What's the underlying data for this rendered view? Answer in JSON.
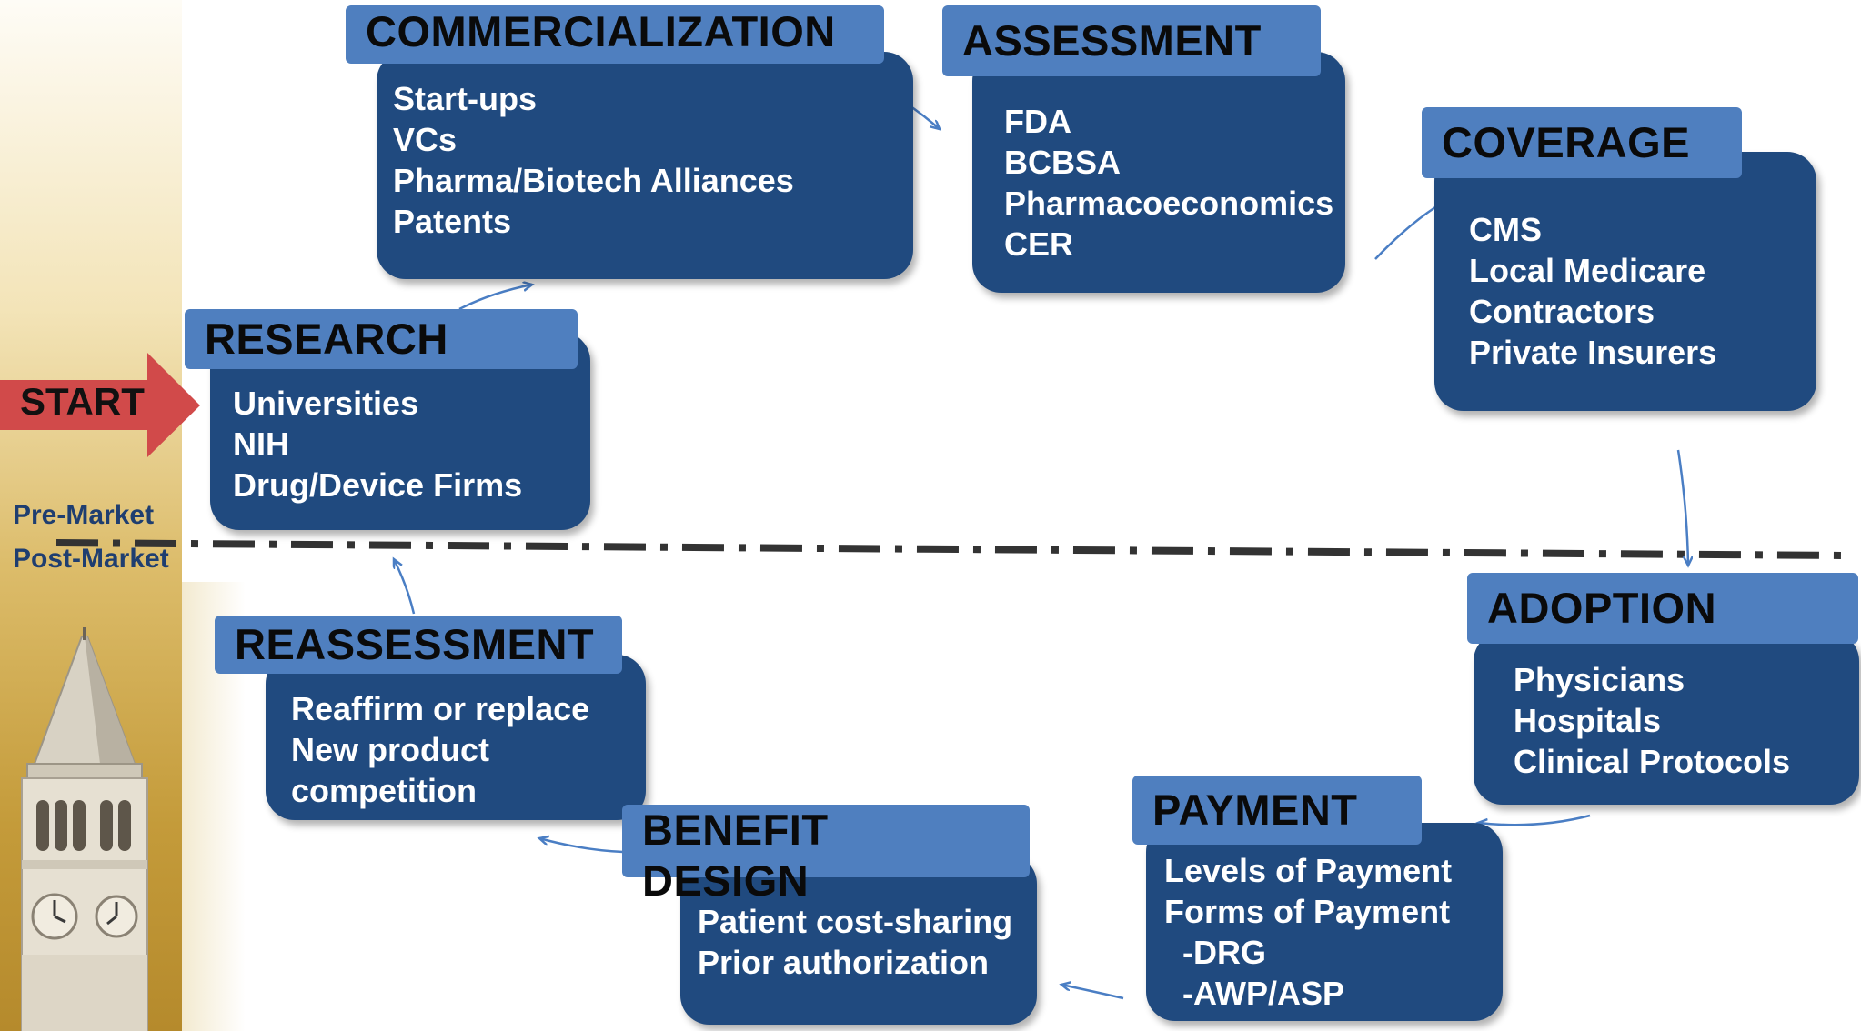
{
  "start_label": "START",
  "pre_market_label": "Pre-Market",
  "post_market_label": "Post-Market",
  "colors": {
    "box": "#204a7f",
    "header": "#4f7fbf",
    "arrow": "#4a7ec4",
    "start_arrow": "#d14a4a"
  },
  "stages": {
    "commercialization": {
      "title": "COMMERCIALIZATION",
      "items": [
        "Start-ups",
        "VCs",
        "Pharma/Biotech Alliances",
        "Patents"
      ]
    },
    "assessment": {
      "title": "ASSESSMENT",
      "items": [
        "FDA",
        "BCBSA",
        "Pharmacoeconomics",
        "CER"
      ]
    },
    "coverage": {
      "title": "COVERAGE",
      "items": [
        "CMS",
        "Local Medicare",
        "Contractors",
        "Private Insurers"
      ]
    },
    "research": {
      "title": "RESEARCH",
      "items": [
        "Universities",
        "NIH",
        "Drug/Device Firms"
      ]
    },
    "reassessment": {
      "title": "REASSESSMENT",
      "items": [
        "Reaffirm or replace",
        "New product",
        "competition"
      ]
    },
    "adoption": {
      "title": "ADOPTION",
      "items": [
        "Physicians",
        "Hospitals",
        "Clinical Protocols"
      ]
    },
    "payment": {
      "title": "PAYMENT",
      "items": [
        "Levels of Payment",
        "Forms of Payment",
        "  -DRG",
        "  -AWP/ASP"
      ]
    },
    "benefit_design": {
      "title_line1": "BENEFIT",
      "title_line2": "DESIGN",
      "items": [
        "Patient cost-sharing",
        "Prior authorization"
      ]
    }
  }
}
